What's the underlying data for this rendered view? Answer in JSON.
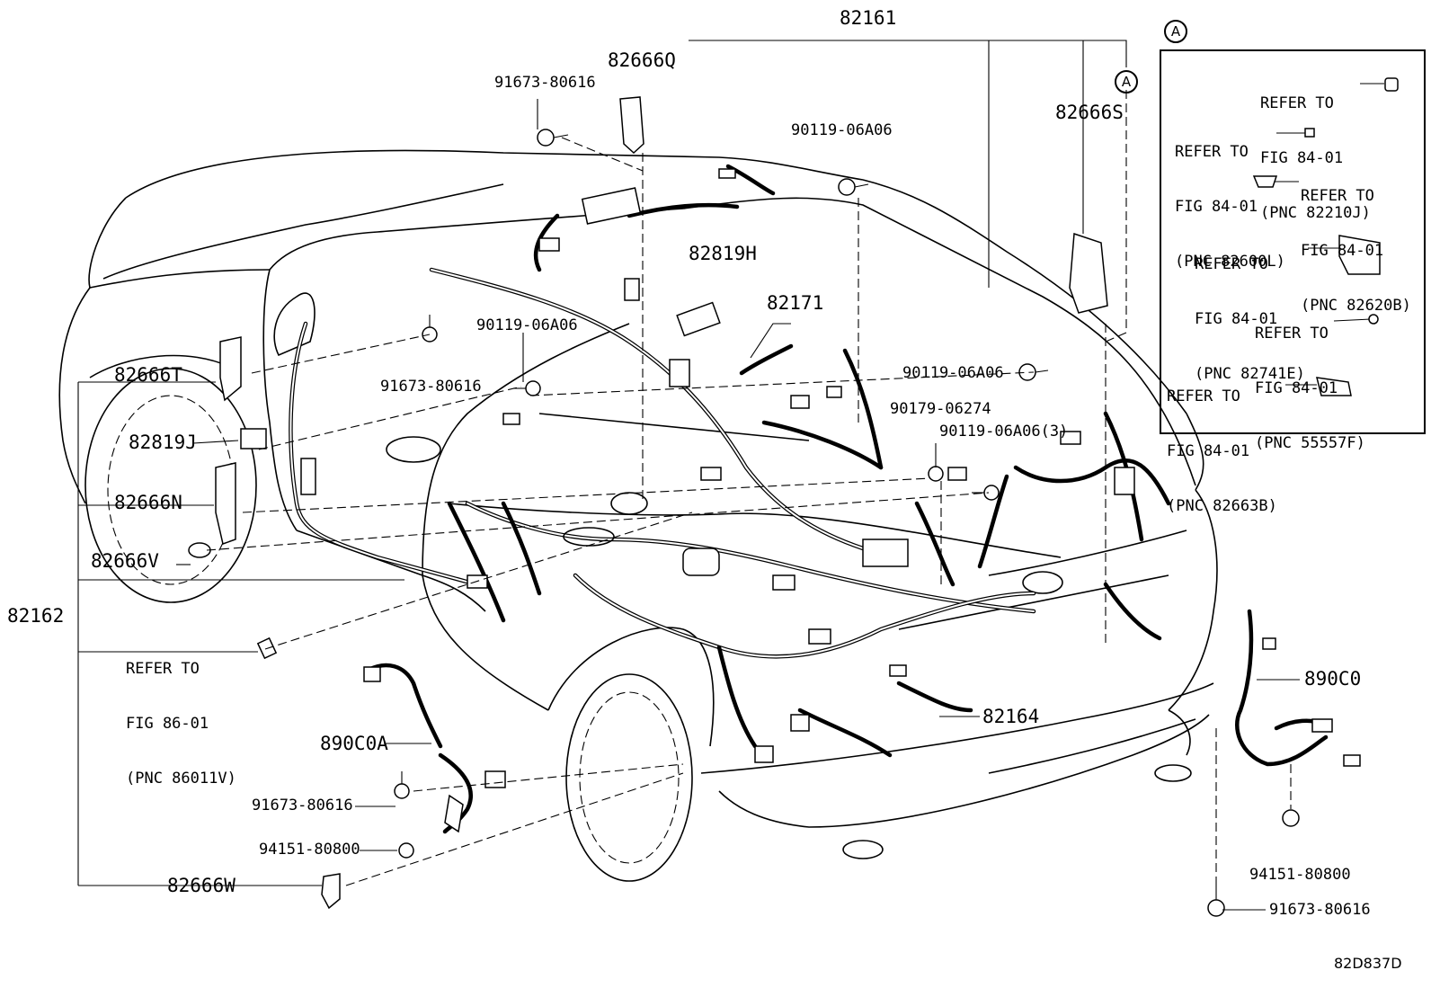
{
  "diagram_code": "82D837D",
  "circle_marker": "A",
  "labels": {
    "p82161": "82161",
    "p82666Q": "82666Q",
    "b91673_top": "91673-80616",
    "b90119_top": "90119-06A06",
    "p82666S": "82666S",
    "p82819H": "82819H",
    "p82171": "82171",
    "b90119_mid": "90119-06A06",
    "b91673_mid": "91673-80616",
    "p82666T": "82666T",
    "b90119_right": "90119-06A06",
    "b90179": "90179-06274",
    "b90119_qty3": "90119-06A06(3)",
    "p82819J": "82819J",
    "p82666N": "82666N",
    "p82666V": "82666V",
    "p82162": "82162",
    "p890C0A": "890C0A",
    "p82164": "82164",
    "p890C0": "890C0",
    "b91673_low": "91673-80616",
    "b94151_left": "94151-80800",
    "p82666W": "82666W",
    "b94151_right": "94151-80800",
    "b91673_right": "91673-80616"
  },
  "refer_fig86": {
    "line1": "REFER TO",
    "line2": "FIG 86-01",
    "line3": "(PNC 86011V)"
  },
  "inset_refs": [
    {
      "line1": "REFER TO",
      "line2": "FIG 84-01",
      "line3": "(PNC 82210J)"
    },
    {
      "line1": "REFER TO",
      "line2": "FIG 84-01",
      "line3": "(PNC 82600L)"
    },
    {
      "line1": "REFER TO",
      "line2": "FIG 84-01",
      "line3": "(PNC 82620B)"
    },
    {
      "line1": "REFER TO",
      "line2": "FIG 84-01",
      "line3": "(PNC 82741E)"
    },
    {
      "line1": "REFER TO",
      "line2": "FIG 84-01",
      "line3": "(PNC 55557F)"
    },
    {
      "line1": "REFER TO",
      "line2": "FIG 84-01",
      "line3": "(PNC 82663B)"
    }
  ]
}
